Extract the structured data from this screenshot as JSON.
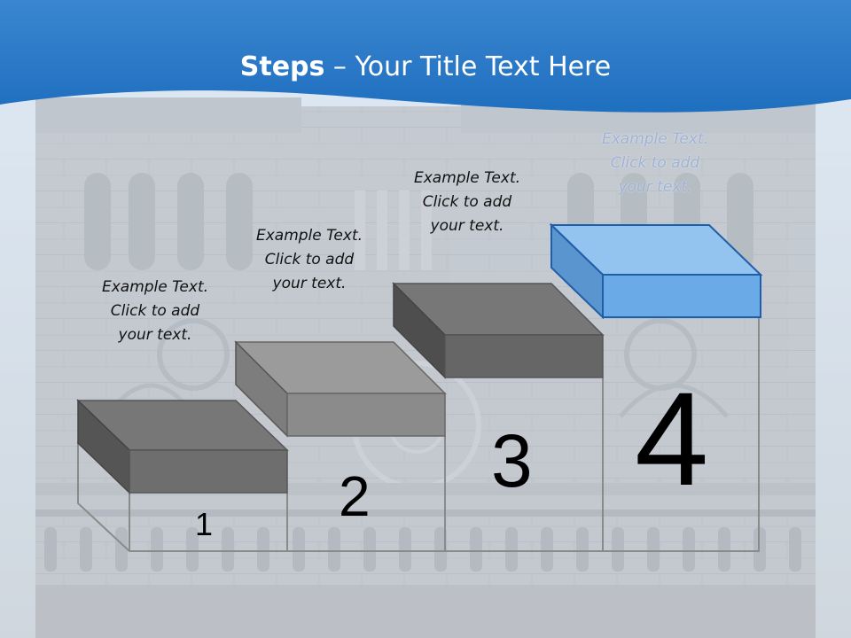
{
  "title": {
    "bold": "Steps",
    "rest": " – Your Title Text Here"
  },
  "steps": [
    {
      "number": "1",
      "caption": [
        "Example Text.",
        "Click  to add",
        "your text."
      ]
    },
    {
      "number": "2",
      "caption": [
        "Example Text.",
        "Click  to add",
        "your text."
      ]
    },
    {
      "number": "3",
      "caption": [
        "Example Text.",
        "Click  to add",
        "your text."
      ]
    },
    {
      "number": "4",
      "caption": [
        "Example Text.",
        "Click  to add",
        "your text."
      ]
    }
  ],
  "colors": {
    "header": "#2f7fcb",
    "block_gray": "#777777",
    "block_highlight": "#6aaae6"
  }
}
